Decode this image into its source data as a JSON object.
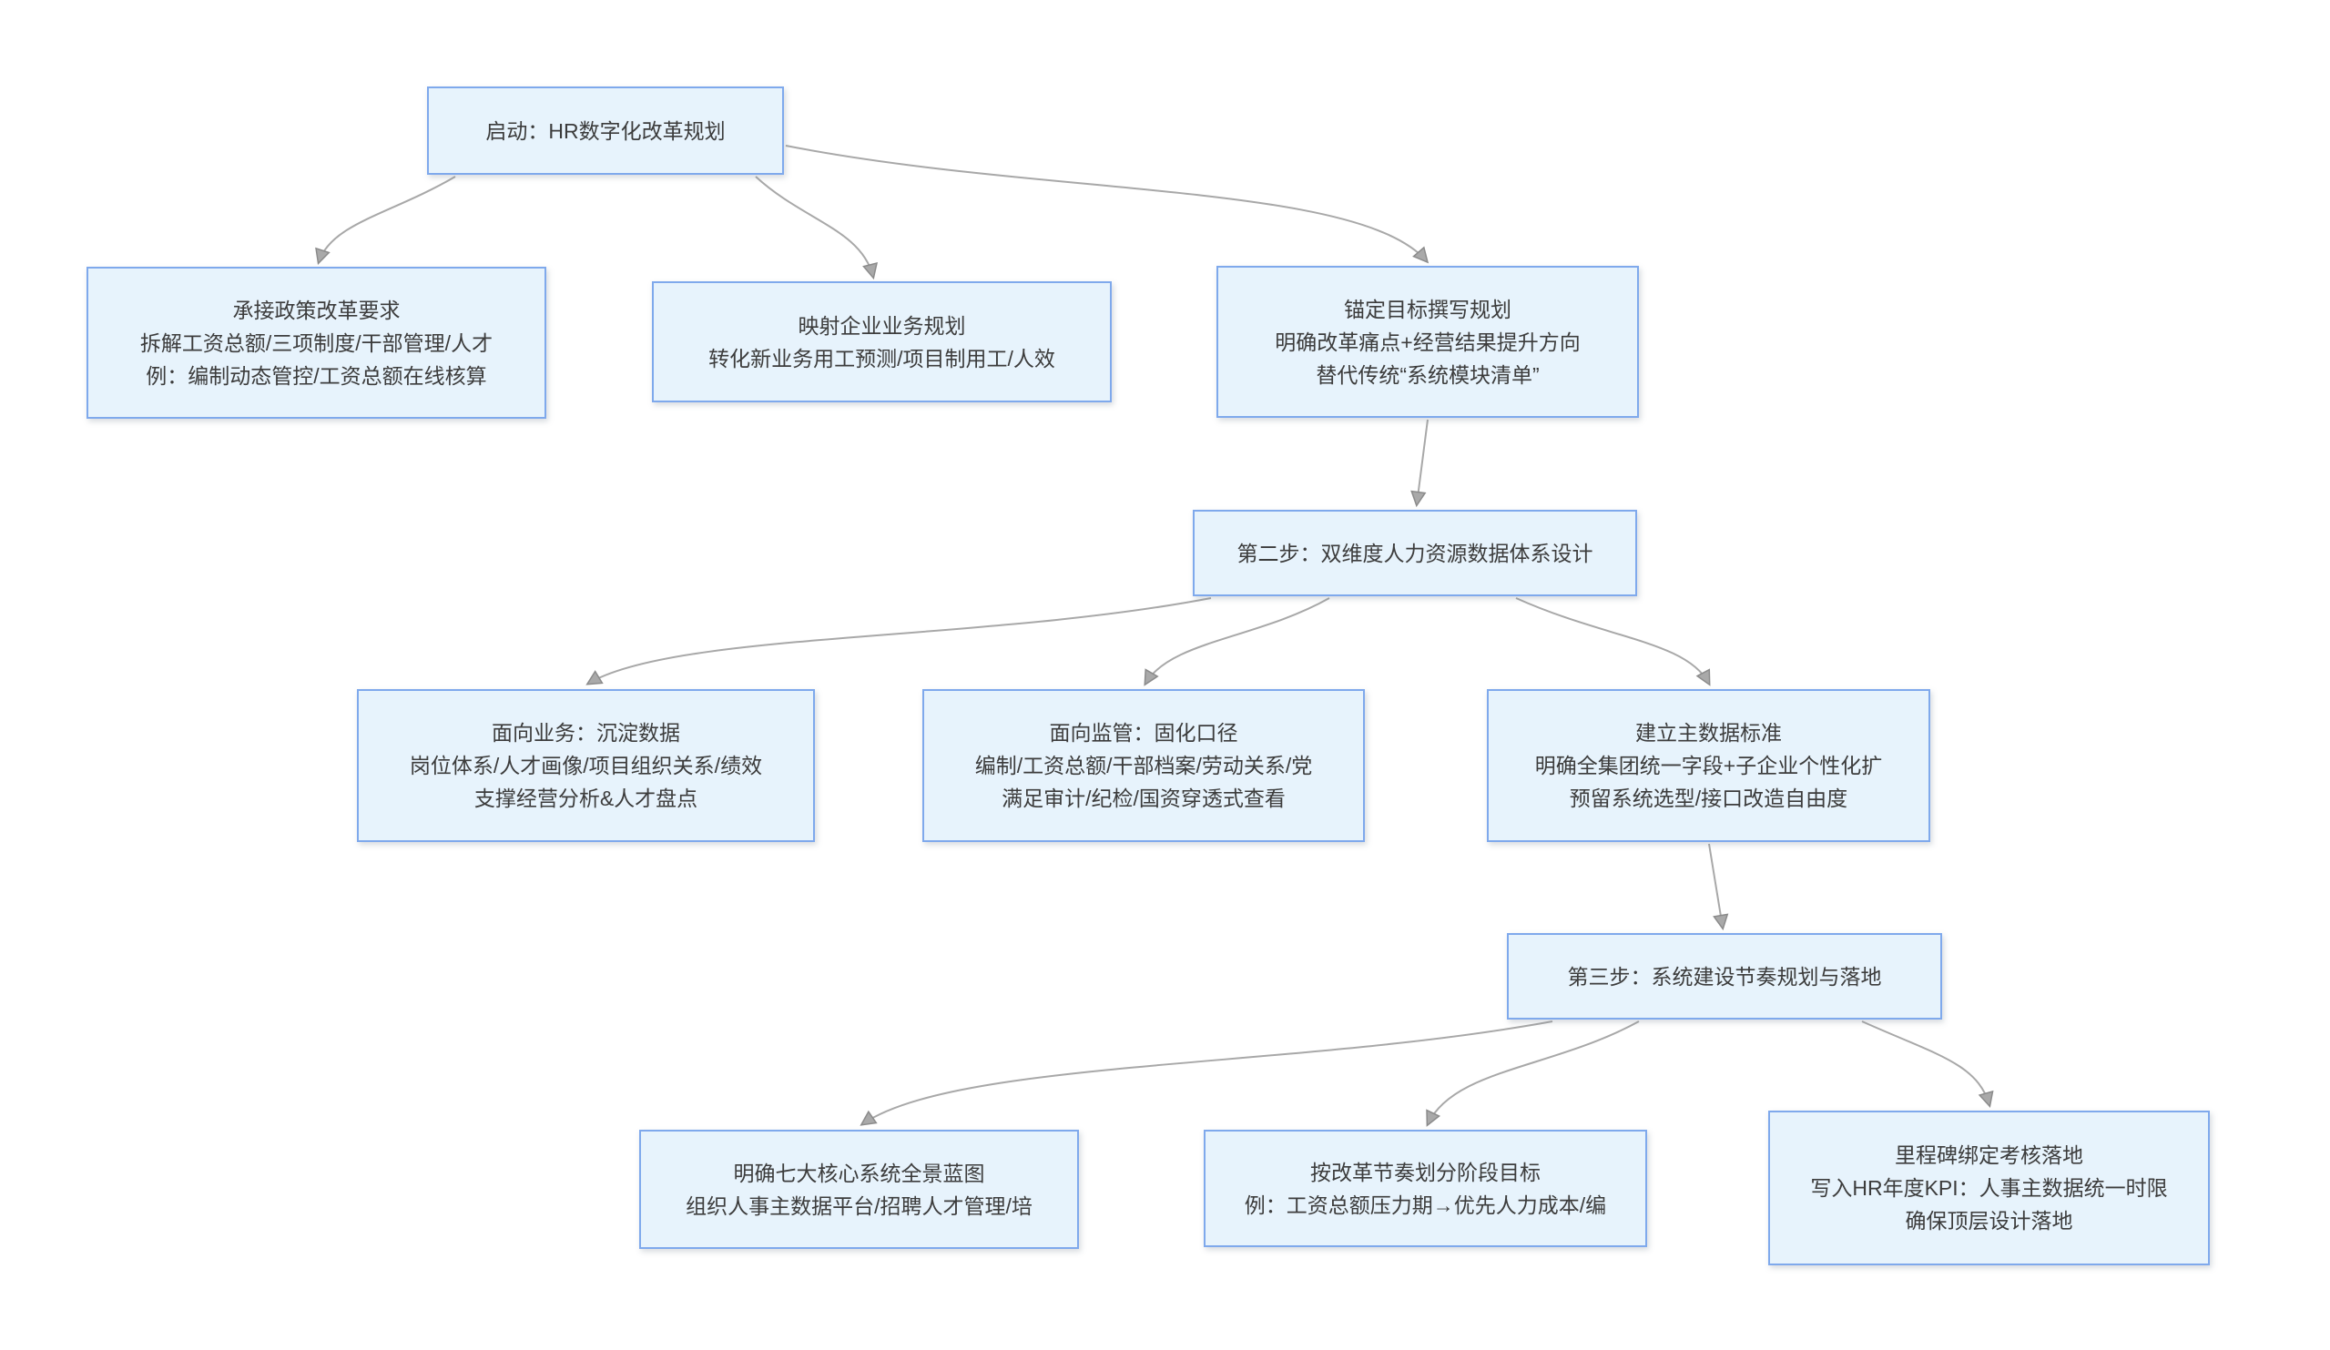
{
  "diagram": {
    "type": "flowchart",
    "colors": {
      "node_fill": "#e7f3fc",
      "node_border": "#7fa9ec",
      "node_text": "#3c3c3c",
      "connector": "#a8a8a8",
      "background": "#ffffff"
    },
    "nodes": [
      {
        "id": "start",
        "lines": [
          "启动：HR数字化改革规划"
        ]
      },
      {
        "id": "policy",
        "lines": [
          "承接政策改革要求",
          "拆解工资总额/三项制度/干部管理/人才",
          "例：编制动态管控/工资总额在线核算"
        ]
      },
      {
        "id": "business-mapping",
        "lines": [
          "映射企业业务规划",
          "转化新业务用工预测/项目制用工/人效"
        ]
      },
      {
        "id": "goal-anchoring",
        "lines": [
          "锚定目标撰写规划",
          "明确改革痛点+经营结果提升方向",
          "替代传统“系统模块清单”"
        ]
      },
      {
        "id": "step2",
        "lines": [
          "第二步：双维度人力资源数据体系设计"
        ]
      },
      {
        "id": "business-data",
        "lines": [
          "面向业务：沉淀数据",
          "岗位体系/人才画像/项目组织关系/绩效",
          "支撑经营分析&人才盘点"
        ]
      },
      {
        "id": "regulation-data",
        "lines": [
          "面向监管：固化口径",
          "编制/工资总额/干部档案/劳动关系/党",
          "满足审计/纪检/国资穿透式查看"
        ]
      },
      {
        "id": "master-data",
        "lines": [
          "建立主数据标准",
          "明确全集团统一字段+子企业个性化扩",
          "预留系统选型/接口改造自由度"
        ]
      },
      {
        "id": "step3",
        "lines": [
          "第三步：系统建设节奏规划与落地"
        ]
      },
      {
        "id": "core-systems",
        "lines": [
          "明确七大核心系统全景蓝图",
          "组织人事主数据平台/招聘人才管理/培"
        ]
      },
      {
        "id": "phase-goals",
        "lines": [
          "按改革节奏划分阶段目标",
          "例：工资总额压力期→优先人力成本/编"
        ]
      },
      {
        "id": "milestone-kpi",
        "lines": [
          "里程碑绑定考核落地",
          "写入HR年度KPI：人事主数据统一时限",
          "确保顶层设计落地"
        ]
      }
    ],
    "edges": [
      {
        "from": "start",
        "to": "policy"
      },
      {
        "from": "start",
        "to": "business-mapping"
      },
      {
        "from": "start",
        "to": "goal-anchoring"
      },
      {
        "from": "goal-anchoring",
        "to": "step2"
      },
      {
        "from": "step2",
        "to": "business-data"
      },
      {
        "from": "step2",
        "to": "regulation-data"
      },
      {
        "from": "step2",
        "to": "master-data"
      },
      {
        "from": "master-data",
        "to": "step3"
      },
      {
        "from": "step3",
        "to": "core-systems"
      },
      {
        "from": "step3",
        "to": "phase-goals"
      },
      {
        "from": "step3",
        "to": "milestone-kpi"
      }
    ]
  }
}
